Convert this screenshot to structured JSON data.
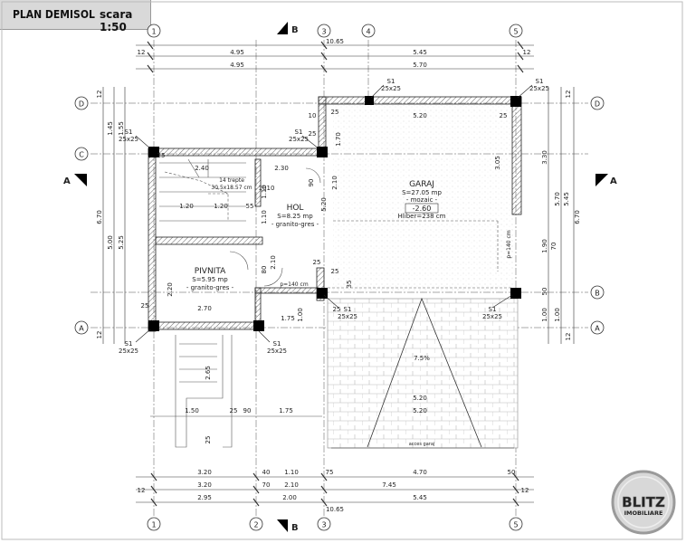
{
  "header": {
    "title": "PLAN DEMISOL",
    "scale": "scara 1:50"
  },
  "axes": {
    "columns": [
      "1",
      "2",
      "3",
      "4",
      "5"
    ],
    "rows": [
      "A",
      "B",
      "C",
      "D"
    ],
    "sections": [
      "A",
      "B"
    ]
  },
  "dimensions": {
    "top": [
      "12",
      "4.95",
      "5.45",
      "12",
      "4.95",
      "5.70",
      "10.65"
    ],
    "bottom": [
      "3.20",
      "40",
      "1.10",
      "75",
      "4.70",
      "50",
      "3.20",
      "70",
      "2.10",
      "7.45",
      "2.95",
      "2.00",
      "5.45",
      "10.65",
      "12",
      "12"
    ],
    "left": [
      "12",
      "1.45",
      "1.55",
      "6.70",
      "5.25",
      "5.00",
      "12"
    ],
    "right": [
      "12",
      "3.30",
      "5.70",
      "5.45",
      "6.70",
      "1.90",
      "70",
      "50",
      "1.00",
      "1.00",
      "12"
    ],
    "interior": [
      "2.40",
      "2.30",
      "10",
      "10",
      "1.10",
      "1.10",
      "1.20",
      "1.20",
      "55",
      "80",
      "2.10",
      "2.20",
      "2.70",
      "1.75",
      "1.00",
      "25",
      "25",
      "10",
      "25",
      "25",
      "5.20",
      "3.05",
      "5.20",
      "5.20",
      "1.70",
      "2.10",
      "90",
      "35",
      "p=140 cm",
      "p=140 cm",
      "1.50",
      "25",
      "90",
      "1.75",
      "5.20",
      "2.65",
      "25",
      "25",
      "25",
      "25",
      "25"
    ]
  },
  "columns_tags": [
    {
      "label": "S1",
      "size": "25x25"
    },
    {
      "label": "S1",
      "size": "25x25"
    },
    {
      "label": "S1",
      "size": "25x25"
    },
    {
      "label": "S1",
      "size": "25x25"
    },
    {
      "label": "S1",
      "size": "25x25"
    },
    {
      "label": "S1",
      "size": "25x25"
    },
    {
      "label": "S1",
      "size": "25x25"
    },
    {
      "label": "S1",
      "size": "25x25"
    }
  ],
  "rooms": {
    "garaj": {
      "name": "GARAJ",
      "area": "S=27.05 mp",
      "finish": "- mozaic -",
      "level": "-2.60",
      "height": "Hliber=238 cm"
    },
    "hol": {
      "name": "HOL",
      "area": "S=8.25 mp",
      "finish": "- granito-gres -"
    },
    "pivnita": {
      "name": "PIVNITA",
      "area": "S=5.95 mp",
      "finish": "- granito-gres -"
    },
    "stairs": {
      "note": "14 trepte",
      "size": "30.5x18.57 cm"
    }
  },
  "ramp": {
    "slope": "7.5%",
    "label": "acces garaj"
  },
  "watermark": {
    "brand": "BLITZ",
    "sub": "IMOBILIARE"
  }
}
